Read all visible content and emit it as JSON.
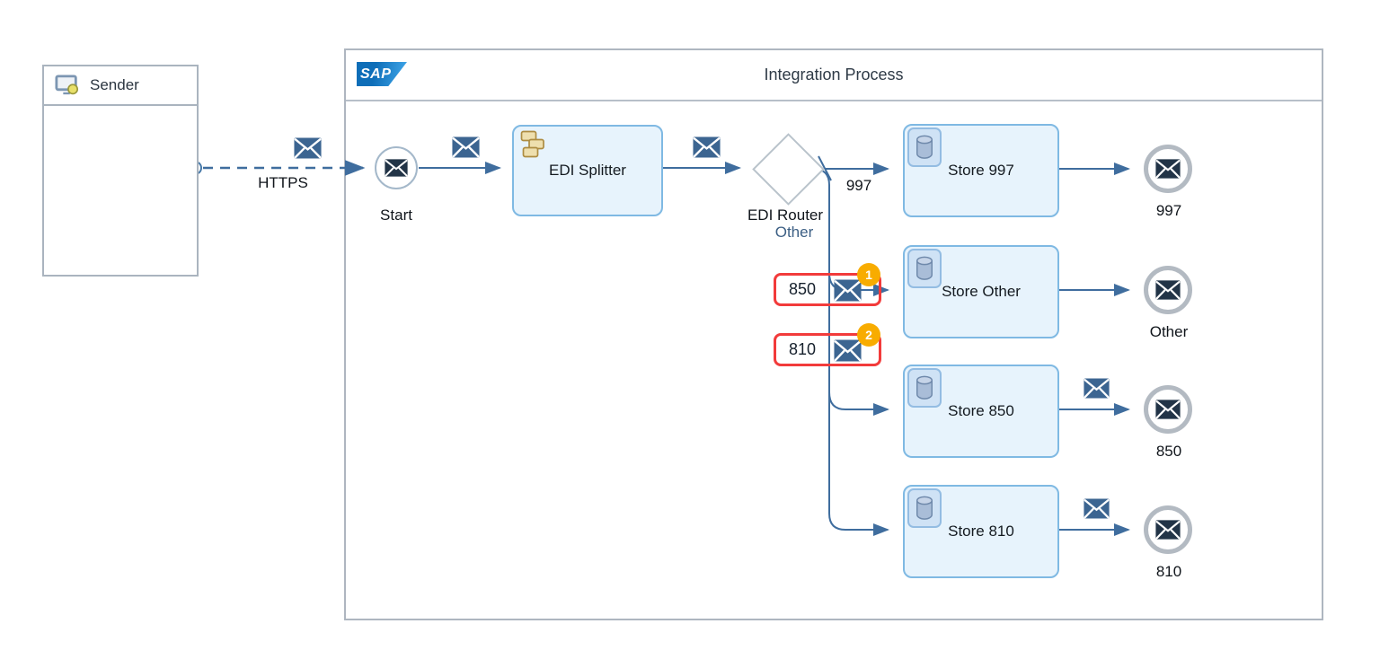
{
  "sender": {
    "label": "Sender"
  },
  "process": {
    "logo_text": "SAP",
    "title": "Integration Process"
  },
  "flow": {
    "protocol": "HTTPS",
    "start": "Start",
    "splitter": "EDI Splitter",
    "router": "EDI Router",
    "router_default": "Other",
    "route_997": "997"
  },
  "stores": [
    {
      "label": "Store 997"
    },
    {
      "label": "Store Other"
    },
    {
      "label": "Store 850"
    },
    {
      "label": "Store 810"
    }
  ],
  "ends": [
    {
      "label": "997"
    },
    {
      "label": "Other"
    },
    {
      "label": "850"
    },
    {
      "label": "810"
    }
  ],
  "callouts": [
    {
      "badge": "1",
      "label": "850"
    },
    {
      "badge": "2",
      "label": "810"
    }
  ],
  "icons": {
    "sender-system-icon": "monitor-with-disc",
    "message-icon": "envelope",
    "store-icon": "database-cylinder",
    "splitter-icon": "stacked-messages",
    "router-icon": "diamond-gateway",
    "default-route-marker": "slash",
    "sap-logo": "SAP-blue-flag"
  },
  "colors": {
    "flow_blue": "#3f6d9e",
    "task_fill": "#e7f3fc",
    "task_border": "#7fb9e3",
    "highlight_red": "#f23b3b",
    "badge_orange": "#f8ac00",
    "end_ring_gray": "#b3bac2",
    "sap_blue": "#0e6eb8"
  }
}
